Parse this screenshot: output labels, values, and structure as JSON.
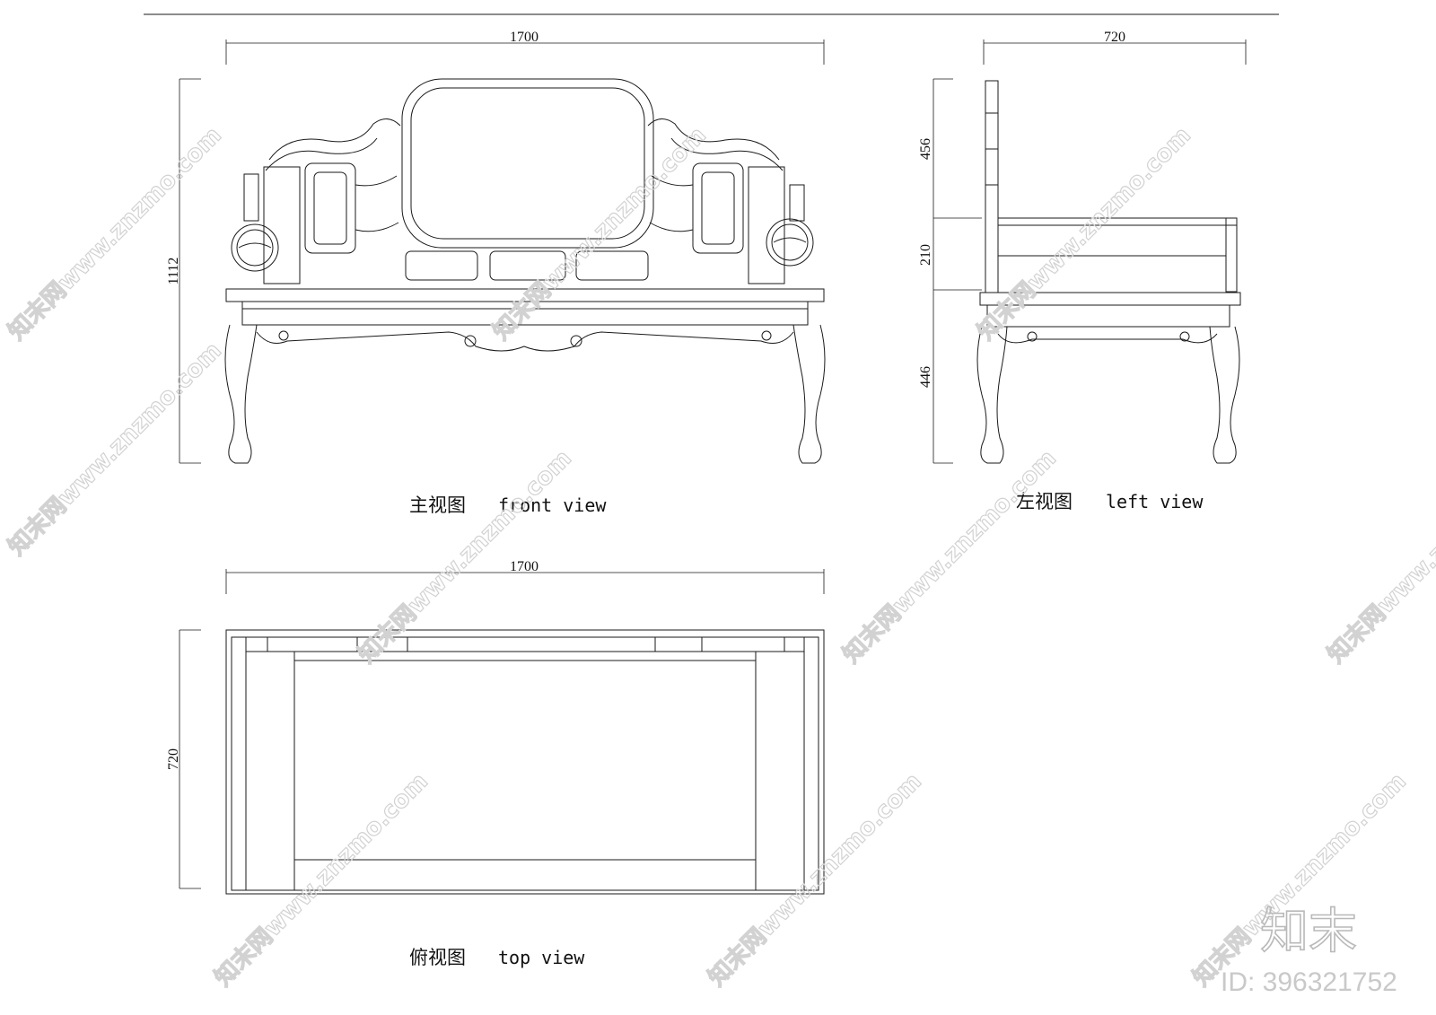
{
  "views": {
    "front": {
      "caption_cn": "主视图",
      "caption_en": "front view",
      "width_dim": "1700",
      "height_dim": "1112"
    },
    "left": {
      "caption_cn": "左视图",
      "caption_en": "left view",
      "depth_dim": "720",
      "back_dim": "456",
      "arm_dim": "210",
      "leg_dim": "446"
    },
    "top": {
      "caption_cn": "俯视图",
      "caption_en": "top view",
      "width_dim": "1700",
      "depth_dim": "720"
    }
  },
  "watermark": {
    "text": "知末网www.znzmo.com",
    "brand": "知末",
    "id": "ID: 396321752"
  }
}
